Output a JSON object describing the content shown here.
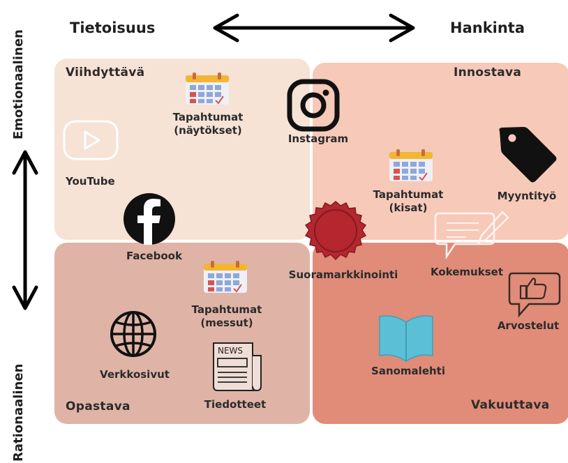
{
  "axes": {
    "top_left": "Tietoisuus",
    "top_right": "Hankinta",
    "left_top": "Emotionaalinen",
    "left_bottom": "Rationaalinen"
  },
  "quadrants": {
    "top_left": "Viihdyttävä",
    "top_right": "Innostava",
    "bottom_left": "Opastava",
    "bottom_right": "Vakuuttava"
  },
  "items": {
    "events_shows_1": "Tapahtumat",
    "events_shows_2": "(näytökset)",
    "instagram": "Instagram",
    "youtube": "YouTube",
    "facebook": "Facebook",
    "events_races_1": "Tapahtumat",
    "events_races_2": "(kisat)",
    "sales": "Myyntityö",
    "direct_marketing": "Suoramarkkinointi",
    "experiences": "Kokemukset",
    "events_fairs_1": "Tapahtumat",
    "events_fairs_2": "(messut)",
    "reviews": "Arvostelut",
    "newspaper": "Sanomalehti",
    "website": "Verkkosivut",
    "press_releases": "Tiedotteet",
    "news_icon_text": "NEWS"
  },
  "colors": {
    "quadrant_top_left": "#f6e3d6",
    "quadrant_top_right": "#f7c9b9",
    "quadrant_bottom_left": "#dfb4a6",
    "quadrant_bottom_right": "#e08c79",
    "seal": "#b5262f",
    "book": "#5bbfd6"
  }
}
